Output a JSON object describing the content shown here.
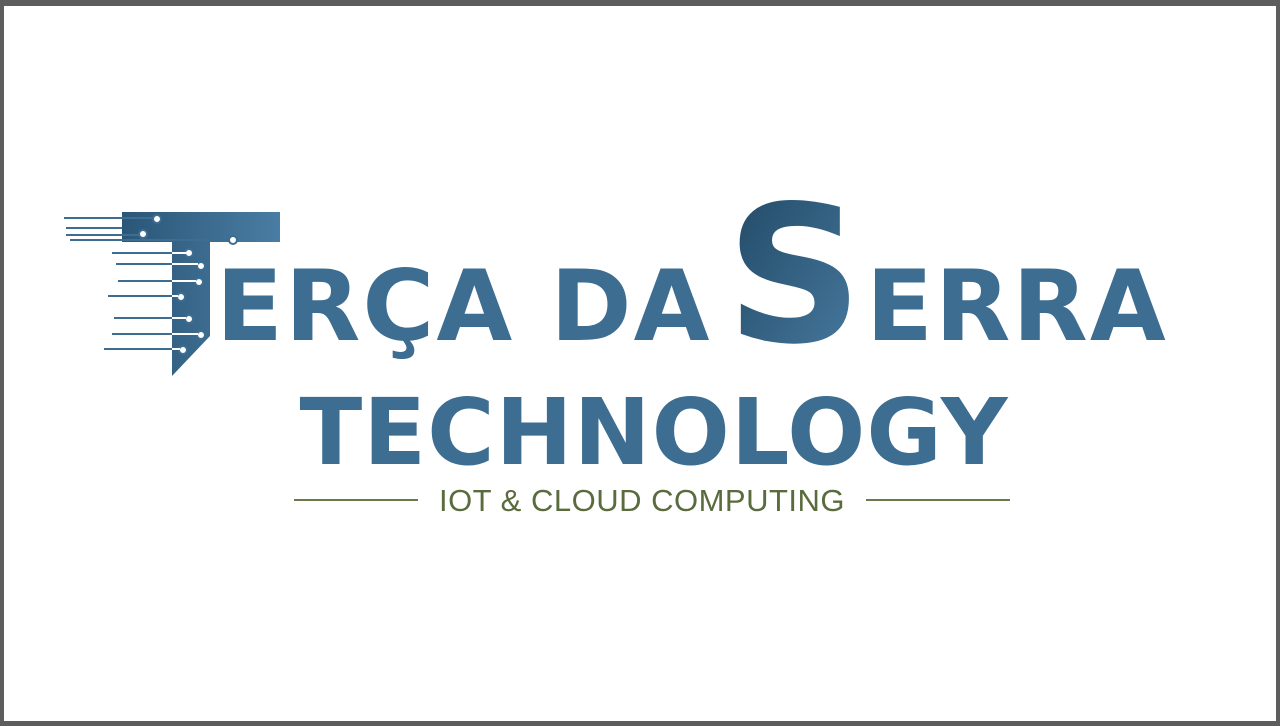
{
  "logo": {
    "name_line_1": "ERÇA DA",
    "name_line_1_tail": "ERRA",
    "big_initial_t": "T",
    "big_initial_s": "S",
    "name_line_2": "TECHNOLOGY",
    "tagline": "IOT & CLOUD COMPUTING",
    "wordmark": "Terça da Serra Technology",
    "colors": {
      "primary_blue": "#3d6d91",
      "dark_blue": "#1f4662",
      "tagline_green": "#5a6b3d",
      "background": "#ffffff",
      "border": "#5d5d5d"
    },
    "icons": [
      "circuit-t-icon"
    ]
  }
}
